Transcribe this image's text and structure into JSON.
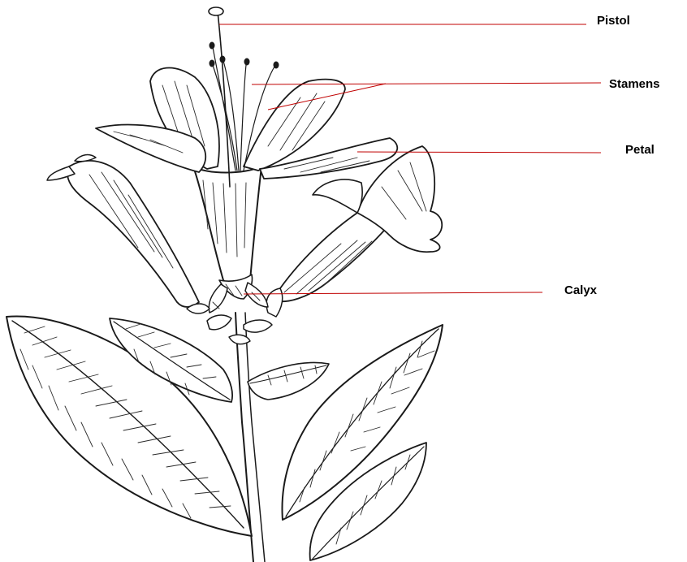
{
  "labels": {
    "pistol": "Pistol",
    "stamens": "Stamens",
    "petal": "Petal",
    "calyx": "Calyx"
  },
  "colors": {
    "leader_line": "#c00000",
    "ink": "#1a1a1a",
    "background": "#ffffff"
  },
  "illustration": {
    "subject": "flowering-plant-sketch"
  }
}
